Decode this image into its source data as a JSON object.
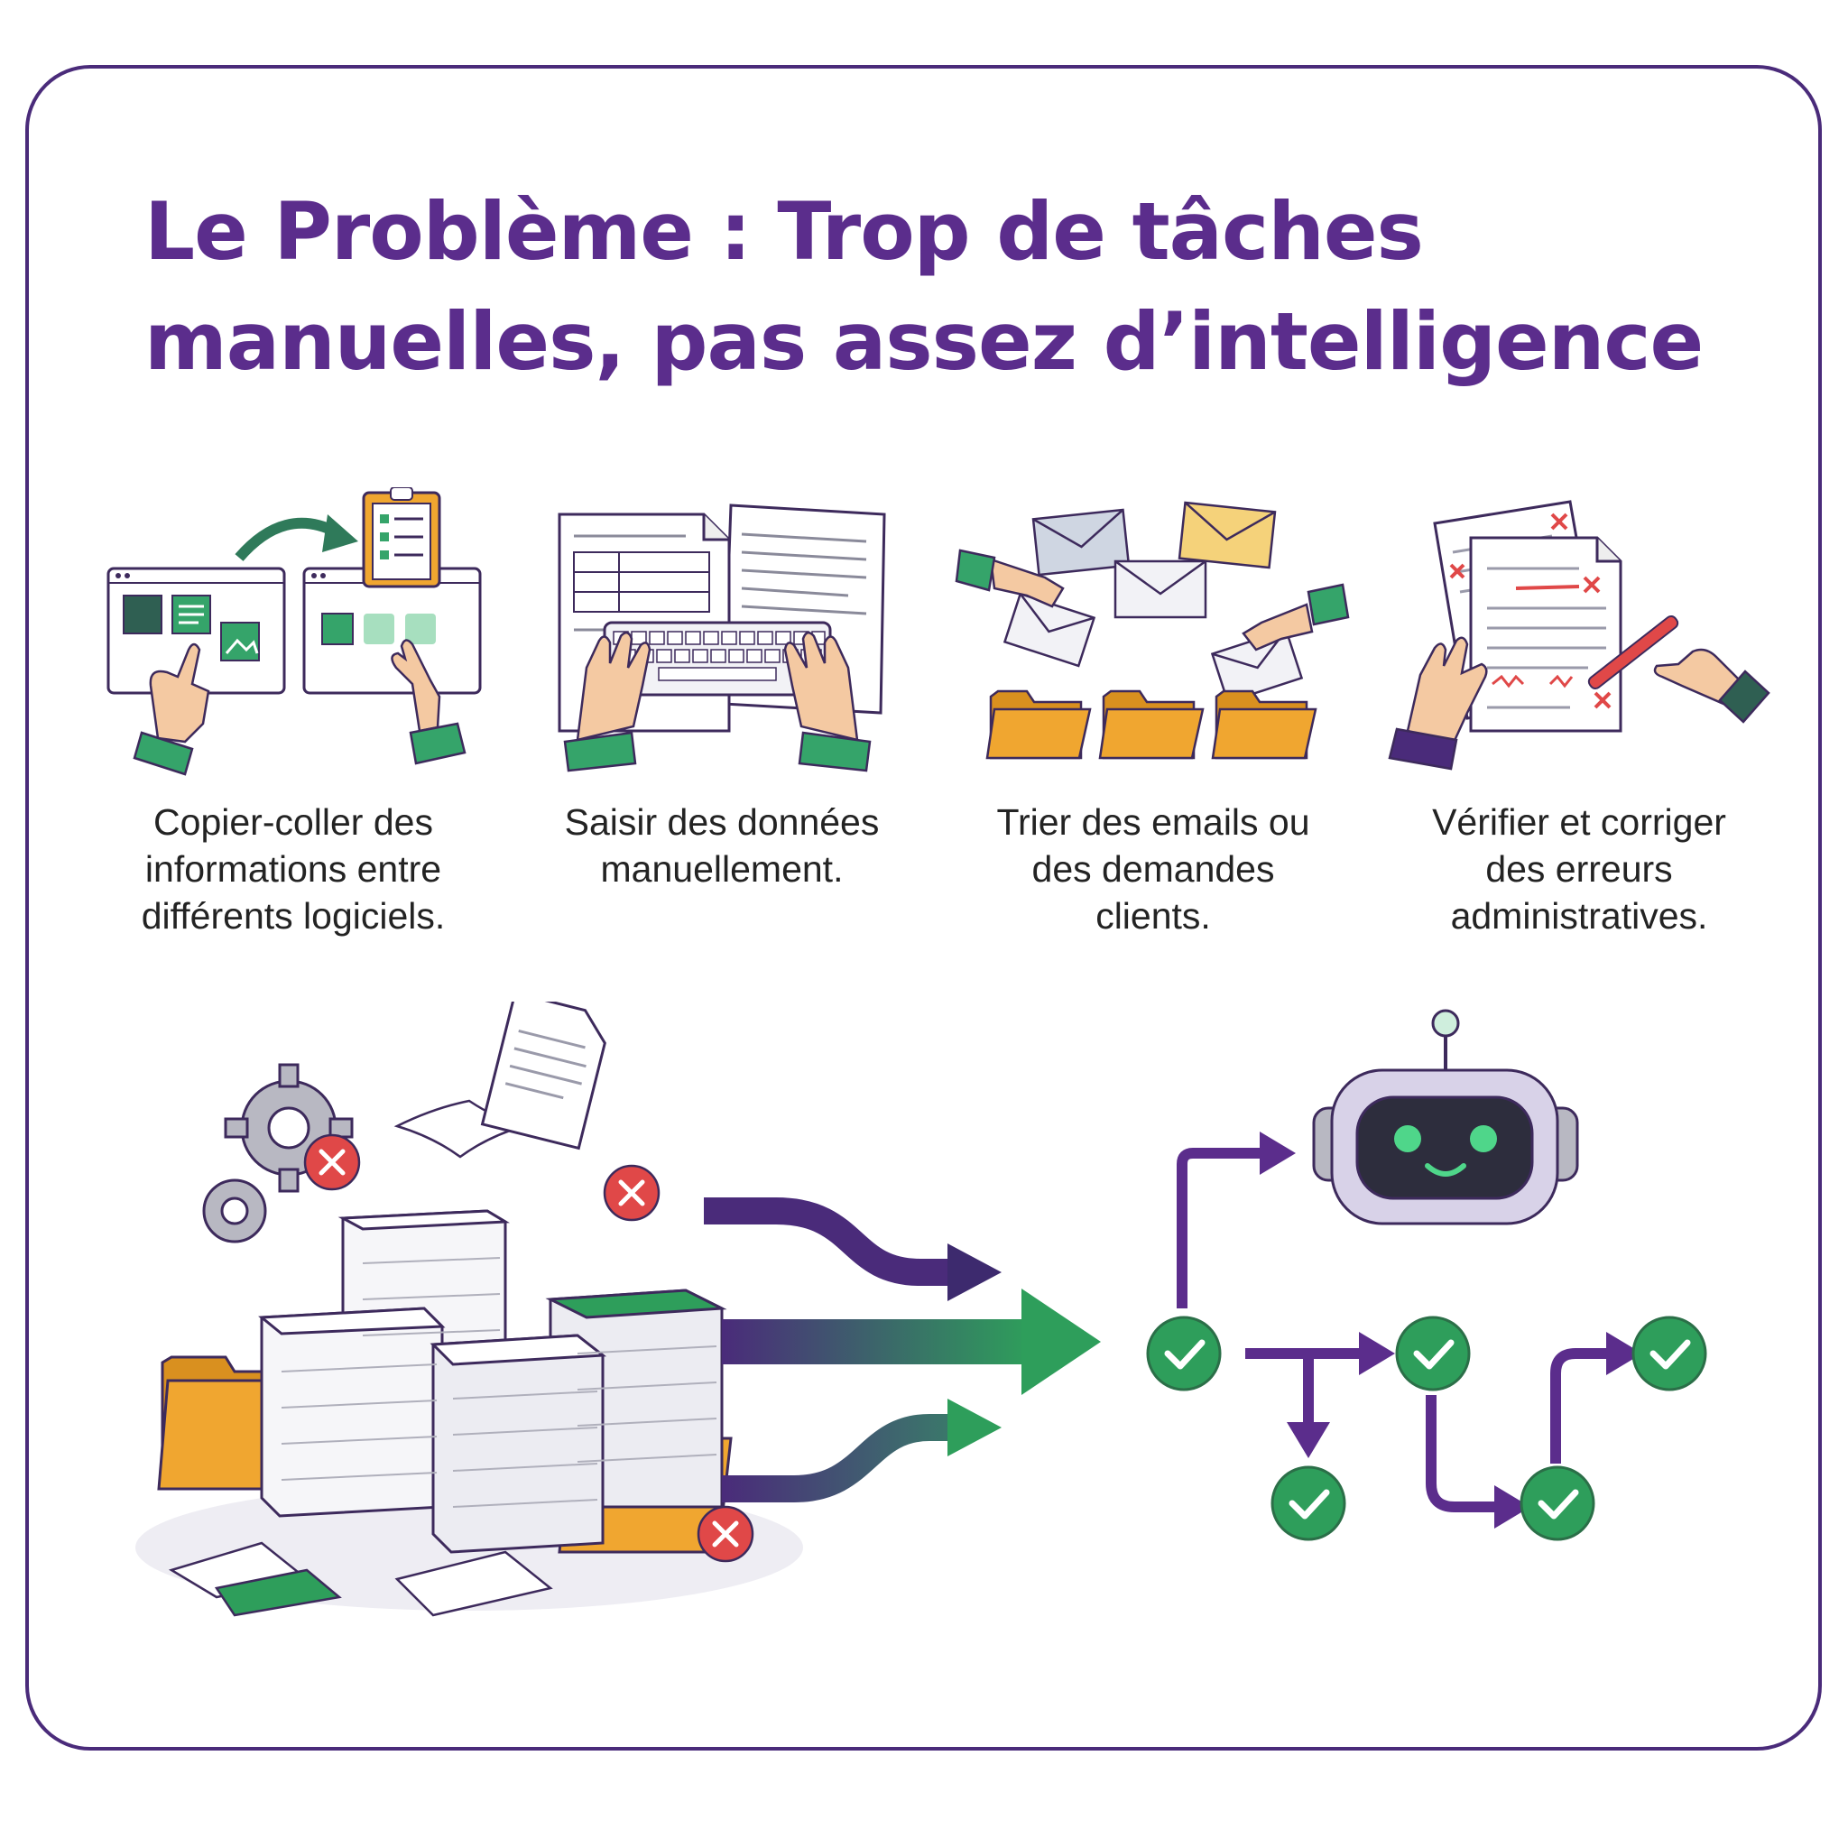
{
  "title": {
    "line1": "Le Problème : Trop de tâches",
    "line2": "manuelles, pas assez d’intelligence"
  },
  "tasks": [
    {
      "icon": "copy-paste-icon",
      "lines": [
        "Copier-coller des",
        "informations entre",
        "différents logiciels."
      ]
    },
    {
      "icon": "data-entry-icon",
      "lines": [
        "Saisir des données",
        "manuellement."
      ]
    },
    {
      "icon": "email-sorting-icon",
      "lines": [
        "Trier des emails ou",
        "des demandes",
        "clients."
      ]
    },
    {
      "icon": "error-correction-icon",
      "lines": [
        "Vérifier et corriger",
        "des erreurs",
        "administratives."
      ]
    }
  ],
  "colors": {
    "purple": "#5b2d8c",
    "green": "#2e9e5b",
    "orange": "#f0a630",
    "red": "#e04848",
    "border": "#4a2b7a"
  },
  "bottom": {
    "left_icon": "paper-pile-icon",
    "right_icon": "robot-workflow-icon"
  }
}
